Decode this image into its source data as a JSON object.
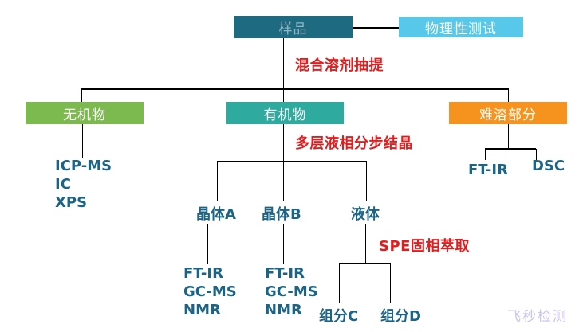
{
  "nodes": {
    "sample": "样品",
    "physical_test": "物理性测试",
    "inorganic": "无机物",
    "organic": "有机物",
    "insoluble": "难溶部分",
    "crystal_a": "晶体A",
    "crystal_b": "晶体B",
    "liquid": "液体",
    "component_c": "组分C",
    "component_d": "组分D"
  },
  "process_labels": {
    "solvent_extraction": "混合溶剂抽提",
    "fractional_crystallization": "多层液相分步结晶",
    "spe_extraction": "SPE固相萃取"
  },
  "methods": {
    "inorganic": [
      "ICP-MS",
      "IC",
      "XPS"
    ],
    "crystal_a": [
      "FT-IR",
      "GC-MS",
      "NMR"
    ],
    "crystal_b": [
      "FT-IR",
      "GC-MS",
      "NMR"
    ],
    "insoluble": [
      "FT-IR",
      "DSC"
    ]
  },
  "watermark": "飞秒检测",
  "colors": {
    "sample_box": "#1E6A80",
    "sample_text": "#8FB8C6",
    "physical_test_box": "#58C8EA",
    "inorganic_box": "#7CB94E",
    "organic_box": "#2EAB9E",
    "insoluble_box": "#F6921E",
    "process_text": "#E31D1D",
    "method_text": "#1C6486",
    "connector": "#000000",
    "watermark_text": "#CCC3ED"
  }
}
